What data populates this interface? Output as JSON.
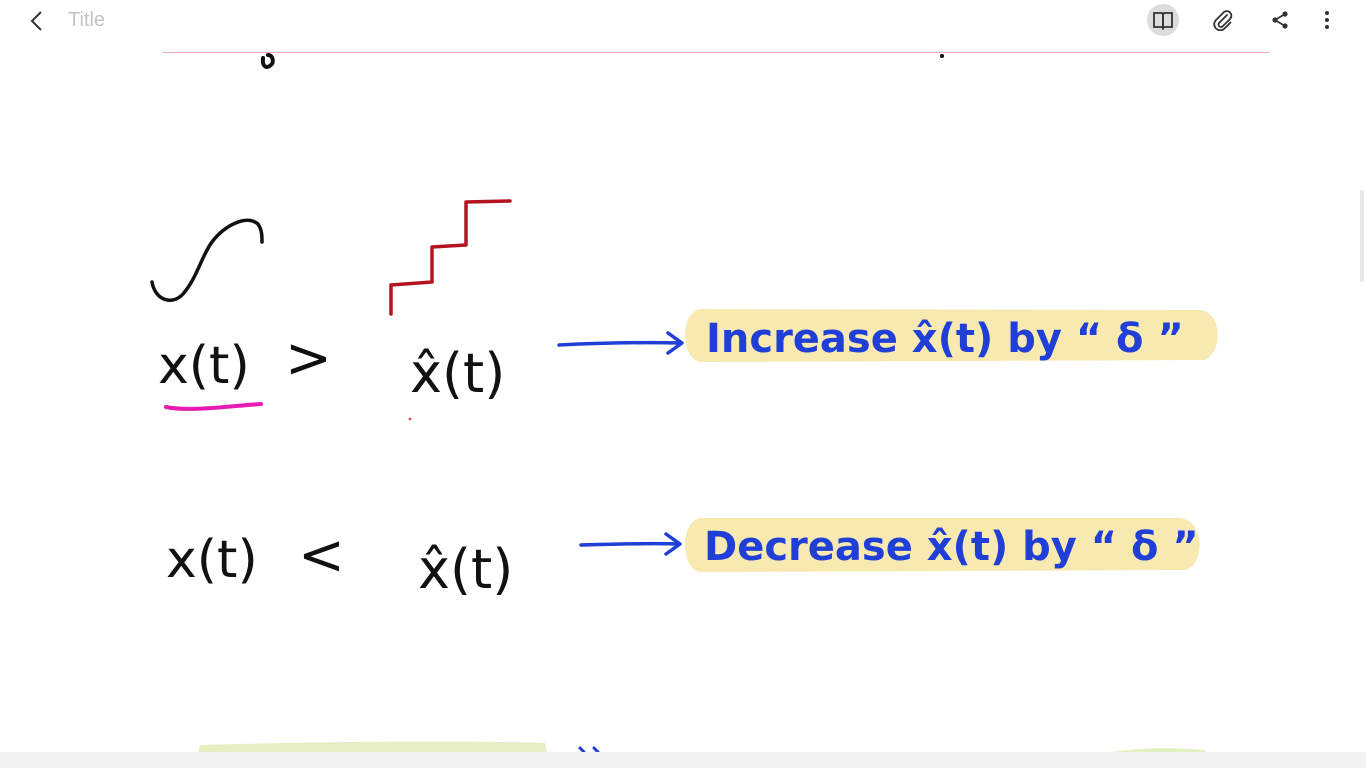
{
  "header": {
    "title_placeholder": "Title",
    "icons": {
      "back": "chevron-left-icon",
      "reading_mode": "book-open-icon",
      "attach": "paperclip-icon",
      "share": "share-icon",
      "more": "more-vertical-icon"
    }
  },
  "note": {
    "row1": {
      "lhs": "x(t)",
      "operator": ">",
      "rhs": "x̂(t)",
      "action": "Increase  x̂(t)  by  “ δ ”"
    },
    "row2": {
      "lhs": "x(t)",
      "operator": "<",
      "rhs": "x̂(t)",
      "action": "Decrease  x̂(t)  by  “ δ ”"
    }
  },
  "colors": {
    "ink_black": "#111111",
    "ink_blue": "#1f3fd6",
    "ink_red": "#b3141f",
    "ink_pink": "#e81cb4",
    "highlight_yellow": "#f7e9b0",
    "highlight_green": "#e4efc4",
    "page_margin_line": "#f0b3b3"
  }
}
